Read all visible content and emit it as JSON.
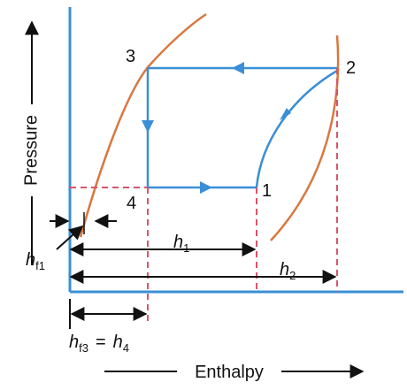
{
  "axes": {
    "x_label": "Enthalpy",
    "y_label": "Pressure"
  },
  "points": [
    "1",
    "2",
    "3",
    "4"
  ],
  "dimensions": {
    "h1": {
      "main": "h",
      "sub": "1"
    },
    "h2": {
      "main": "h",
      "sub": "2"
    },
    "hf1": {
      "main": "h",
      "sub": "f1"
    },
    "hf3": {
      "main": "h",
      "sub": "f3",
      "eq": "=",
      "main2": "h",
      "sub2": "4"
    }
  },
  "colors": {
    "axis": "#3a8fd6",
    "cycle": "#3a8fd6",
    "saturation": "#d9773f",
    "dashed": "#d8546a",
    "text": "#111111"
  }
}
